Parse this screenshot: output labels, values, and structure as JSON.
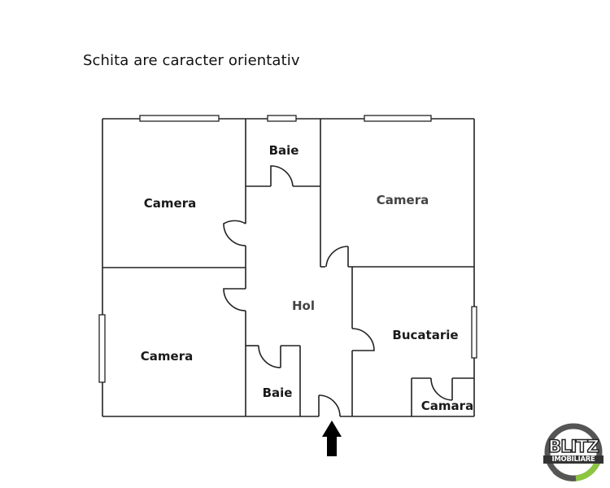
{
  "title": "Schita are caracter orientativ",
  "rooms": [
    {
      "id": "camera-top-left",
      "label": "Camera"
    },
    {
      "id": "baie-top",
      "label": "Baie"
    },
    {
      "id": "camera-top-right",
      "label": "Camera"
    },
    {
      "id": "hol",
      "label": "Hol"
    },
    {
      "id": "camera-bottom-left",
      "label": "Camera"
    },
    {
      "id": "bucatarie",
      "label": "Bucatarie"
    },
    {
      "id": "baie-bottom",
      "label": "Baie"
    },
    {
      "id": "camara",
      "label": "Camara"
    }
  ],
  "entrance": {
    "icon": "arrow-up-icon"
  },
  "logo": {
    "line1": "BLITZ",
    "line2": "IMOBILIARE",
    "ring_color": "#555555",
    "accent_color": "#8cc63f"
  },
  "colors": {
    "wall": "#222222",
    "background": "#ffffff"
  }
}
